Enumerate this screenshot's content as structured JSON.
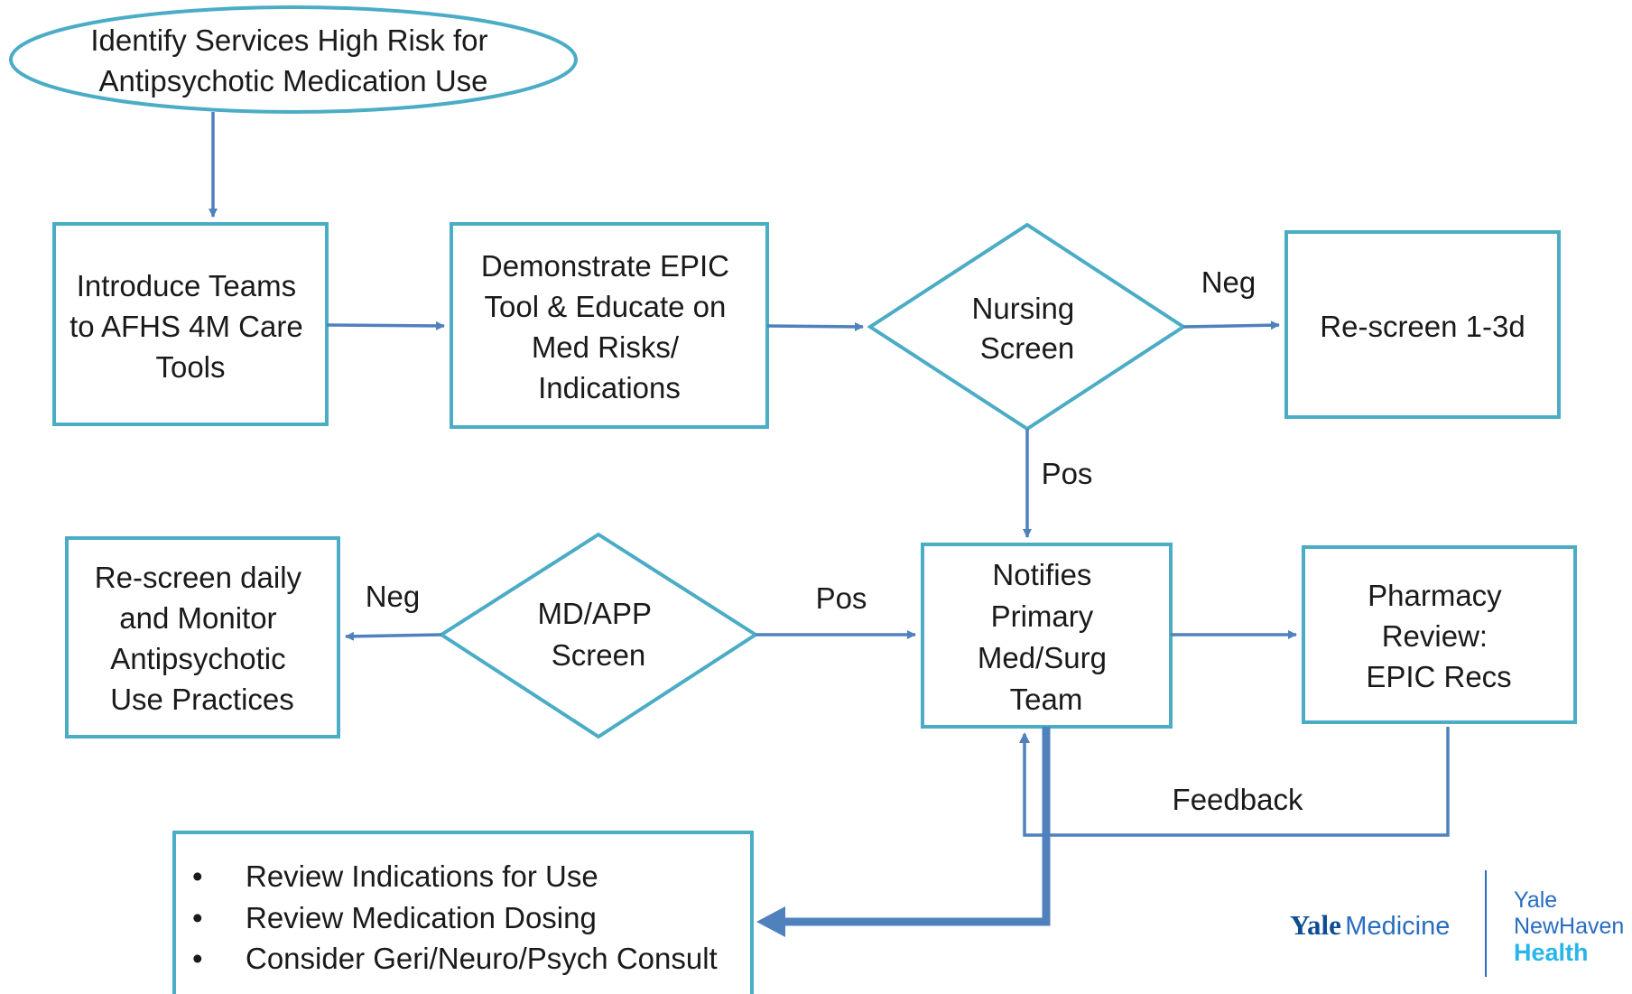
{
  "nodes": {
    "identify": [
      "Identify Services High Risk for",
      "Antipsychotic Medication Use"
    ],
    "introduce": [
      "Introduce Teams",
      "to AFHS 4M Care",
      "Tools"
    ],
    "demonstrate": [
      "Demonstrate EPIC",
      "Tool & Educate on",
      "Med Risks/",
      "Indications"
    ],
    "nursing": [
      "Nursing",
      "Screen"
    ],
    "rescreen13": [
      "Re-screen 1-3d"
    ],
    "notifies": [
      "Notifies",
      "Primary",
      "Med/Surg",
      "Team"
    ],
    "pharmacy": [
      "Pharmacy",
      "Review:",
      "EPIC Recs"
    ],
    "mdapp": [
      "MD/APP",
      "Screen"
    ],
    "rescreen_daily": [
      "Re-screen daily",
      "and Monitor",
      "Antipsychotic",
      "Use Practices"
    ]
  },
  "edge_labels": {
    "nursing_neg": "Neg",
    "nursing_pos": "Pos",
    "md_pos": "Pos",
    "md_neg": "Neg",
    "feedback": "Feedback"
  },
  "bullets": {
    "marker": "•",
    "items": [
      "Review Indications for Use",
      "Review Medication Dosing",
      "Consider Geri/Neuro/Psych Consult"
    ]
  },
  "logos": {
    "yale_medicine": {
      "part1": "Yale",
      "part2": "Medicine"
    },
    "ynhh": {
      "line1": "Yale",
      "line2": "NewHaven",
      "line3": "Health"
    }
  },
  "colors": {
    "shape_border": "#4bacc6",
    "arrow": "#4f81bd",
    "yale_blue": "#0f4d92"
  }
}
